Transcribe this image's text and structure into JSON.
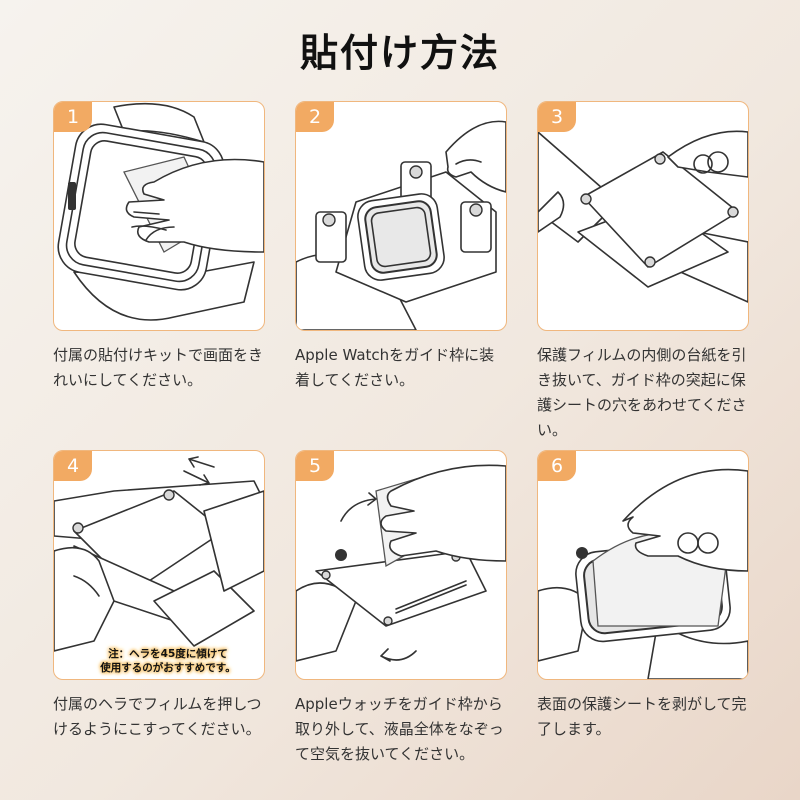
{
  "title": "貼付け方法",
  "accent_color": "#f2aa63",
  "steps": [
    {
      "number": "1",
      "text": "付属の貼付けキットで画面をきれいにしてください。",
      "illustration": "cleaning-screen"
    },
    {
      "number": "2",
      "text": "Apple Watchをガイド枠に装着してください。",
      "illustration": "watch-in-guide-frame"
    },
    {
      "number": "3",
      "text": "保護フィルムの内側の台紙を引き抜いて、ガイド枠の突起に保護シートの穴をあわせてください。",
      "illustration": "align-film-holes"
    },
    {
      "number": "4",
      "text": "付属のヘラでフィルムを押しつけるようにこすってください。",
      "illustration": "press-with-spatula",
      "note_line1": "注：ヘラを45度に傾けて",
      "note_line2": "使用するのがおすすめです。"
    },
    {
      "number": "5",
      "text": "Appleウォッチをガイド枠から取り外して、液晶全体をなぞって空気を抜いてください。",
      "illustration": "remove-from-frame"
    },
    {
      "number": "6",
      "text": "表面の保護シートを剥がして完了します。",
      "illustration": "peel-top-sheet"
    }
  ]
}
